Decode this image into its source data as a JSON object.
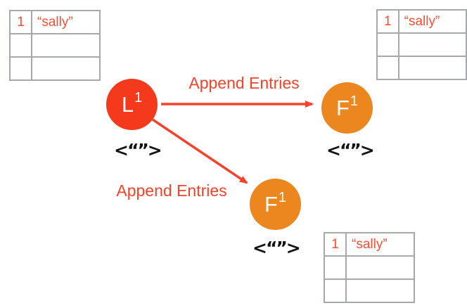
{
  "colors": {
    "background": "#ffffff",
    "leader_fill": "#f5391d",
    "follower_fill": "#ec861f",
    "arrow": "#f5422b",
    "edge_label_text": "#f5422b",
    "log_entry_text": "#f34f35",
    "table_border": "#a6a9ab",
    "empty_marker_text": "#131313",
    "node_text": "#ffffff"
  },
  "logs": [
    {
      "position": "top-left",
      "rows": [
        [
          "1",
          "“sally”"
        ],
        [
          "",
          ""
        ],
        [
          "",
          ""
        ]
      ]
    },
    {
      "position": "top-right",
      "rows": [
        [
          "1",
          "“sally”"
        ],
        [
          "",
          ""
        ],
        [
          "",
          ""
        ]
      ]
    },
    {
      "position": "bottom-right",
      "rows": [
        [
          "1",
          "“sally”"
        ],
        [
          "",
          ""
        ],
        [
          "",
          ""
        ]
      ]
    }
  ],
  "nodes": [
    {
      "id": "leader",
      "role": "leader",
      "letter": "L",
      "term": "1"
    },
    {
      "id": "follower-right",
      "role": "follower",
      "letter": "F",
      "term": "1"
    },
    {
      "id": "follower-bottom",
      "role": "follower",
      "letter": "F",
      "term": "1"
    }
  ],
  "edges": [
    {
      "from": "leader",
      "to": "follower-right",
      "label": "Append Entries"
    },
    {
      "from": "leader",
      "to": "follower-bottom",
      "label": "Append Entries"
    }
  ],
  "empty_markers": [
    {
      "node": "leader",
      "text": "<“”>"
    },
    {
      "node": "follower-right",
      "text": "<“”>"
    },
    {
      "node": "follower-bottom",
      "text": "<“”>"
    }
  ]
}
